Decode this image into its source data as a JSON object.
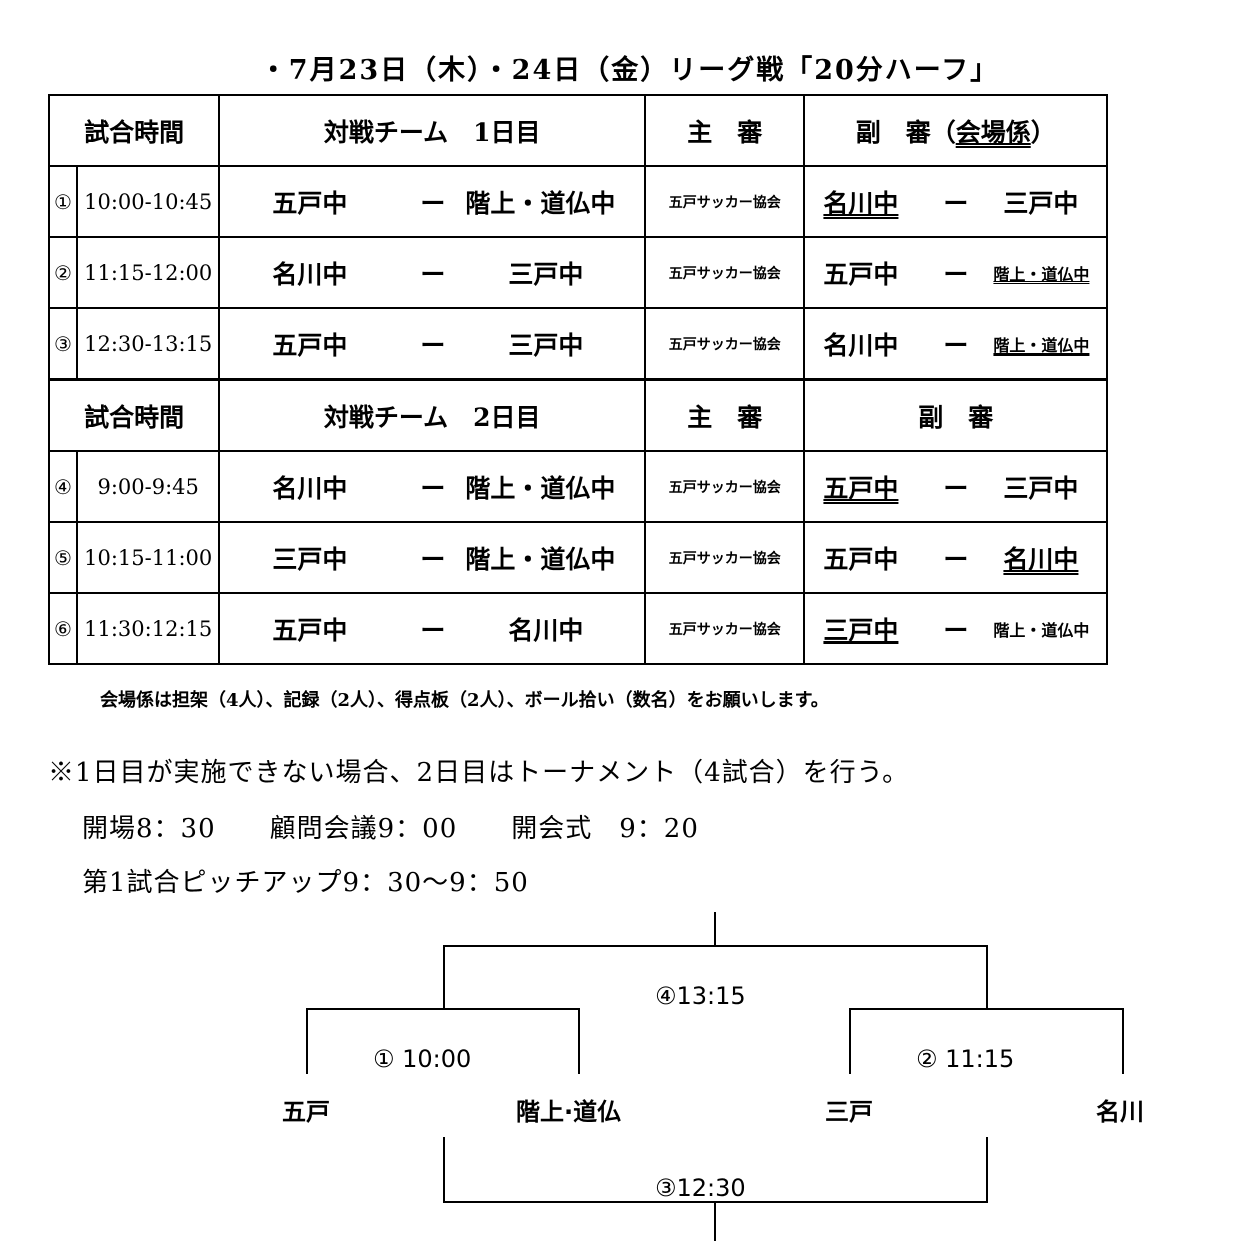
{
  "title": "・7月23日（木）・24日（金）リーグ戦「20分ハーフ」",
  "header1": {
    "time": "試合時間",
    "match": "対戦チーム　1日目",
    "main_ref": "主　審",
    "sub_ref_prefix": "副　審（",
    "sub_ref_u": "会場係",
    "sub_ref_suffix": "）"
  },
  "header2": {
    "time": "試合時間",
    "match": "対戦チーム　2日目",
    "main_ref": "主　審",
    "sub_ref": "副　審"
  },
  "rows": [
    {
      "no": "①",
      "time": "10:00-10:45",
      "home": "五戸中",
      "dash": "ー",
      "away": "階上・道仏中",
      "ref": "五戸サッカー協会",
      "s1": "名川中",
      "s2": "三戸中"
    },
    {
      "no": "②",
      "time": "11:15-12:00",
      "home": "名川中",
      "dash": "ー",
      "away": "三戸中",
      "ref": "五戸サッカー協会",
      "s1": "五戸中",
      "s2": "階上・道仏中"
    },
    {
      "no": "③",
      "time": "12:30-13:15",
      "home": "五戸中",
      "dash": "ー",
      "away": "三戸中",
      "ref": "五戸サッカー協会",
      "s1": "名川中",
      "s2": "階上・道仏中"
    },
    {
      "no": "④",
      "time": "9:00-9:45",
      "home": "名川中",
      "dash": "ー",
      "away": "階上・道仏中",
      "ref": "五戸サッカー協会",
      "s1": "五戸中",
      "s2": "三戸中"
    },
    {
      "no": "⑤",
      "time": "10:15-11:00",
      "home": "三戸中",
      "dash": "ー",
      "away": "階上・道仏中",
      "ref": "五戸サッカー協会",
      "s1": "五戸中",
      "s2": "名川中"
    },
    {
      "no": "⑥",
      "time": "11:30:12:15",
      "home": "五戸中",
      "dash": "ー",
      "away": "名川中",
      "ref": "五戸サッカー協会",
      "s1": "三戸中",
      "s2": "階上・道仏中"
    }
  ],
  "note": "会場係は担架（4人）、記録（2人）、得点板（2人）、ボール拾い（数名）をお願いします。",
  "info": {
    "line1": "※1日目が実施できない場合、2日目はトーナメント（4試合）を行う。",
    "line2": "開場8：30　　顧問会議9：00　　開会式　9：20",
    "line3": "第1試合ピッチアップ9：30～9：50"
  },
  "bracket": {
    "final": "④13:15",
    "semi1": "①  10:00",
    "semi2": "②  11:15",
    "third": "③12:30",
    "teams": [
      "五戸",
      "階上·道仏",
      "三戸",
      "名川"
    ]
  }
}
